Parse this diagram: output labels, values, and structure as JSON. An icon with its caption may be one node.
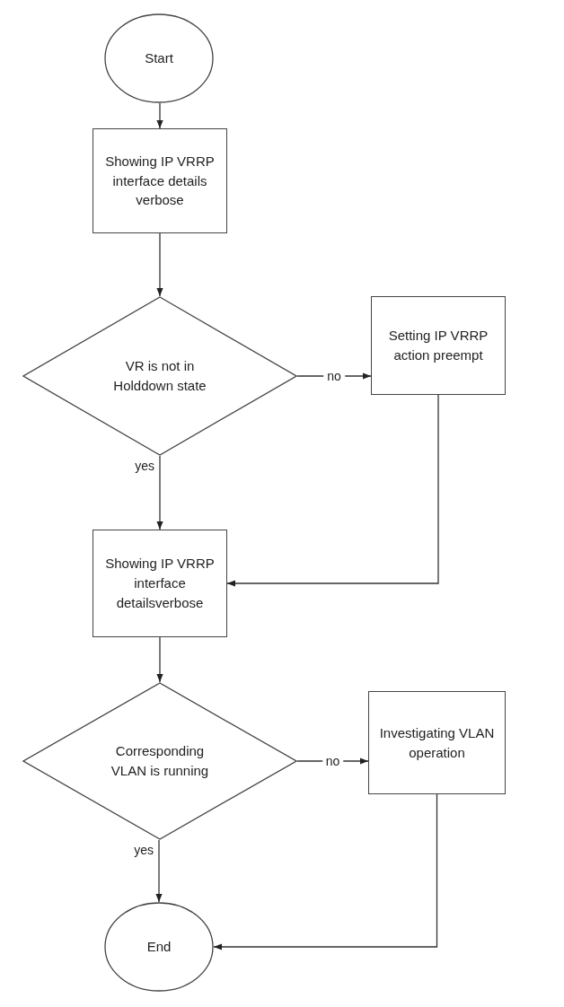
{
  "diagram": {
    "nodes": [
      {
        "text": [
          "Start"
        ]
      },
      {
        "text": [
          "Showing IP VRRP interface details verbose"
        ]
      },
      {
        "text": [
          "VR is not in Holddown state"
        ]
      },
      {
        "text": [
          "Setting IP VRRP action preempt"
        ]
      },
      {
        "text": [
          "Showing IP VRRP interface detailsverbose"
        ]
      },
      {
        "text": [
          "Corresponding VLAN is running"
        ]
      },
      {
        "text": [
          "Investigating VLAN  operation"
        ]
      },
      {
        "text": [
          "End"
        ]
      }
    ],
    "edges": [
      {
        "from": 0,
        "to": 1,
        "arrow": "to"
      },
      {
        "from": 1,
        "to": 2,
        "arrow": "to"
      },
      {
        "from": 2,
        "to": 3,
        "arrow": "to",
        "label": "no"
      },
      {
        "from": 2,
        "to": 4,
        "arrow": "to",
        "label": "yes"
      },
      {
        "from": 3,
        "to": 4,
        "arrow": "to"
      },
      {
        "from": 4,
        "to": 5,
        "arrow": "to"
      },
      {
        "from": 5,
        "to": 6,
        "arrow": "to",
        "label": "no"
      },
      {
        "from": 5,
        "to": 7,
        "arrow": "to",
        "label": "yes"
      },
      {
        "from": 6,
        "to": 7,
        "arrow": "to"
      }
    ]
  }
}
